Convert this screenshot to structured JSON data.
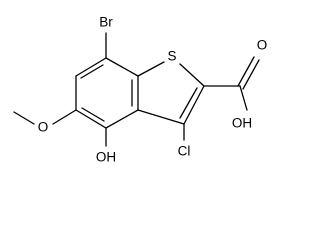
{
  "molecule": {
    "atoms": {
      "br": "Br",
      "s": "S",
      "o_methoxy": "O",
      "cl": "Cl",
      "oh_ring": "OH",
      "o_carbonyl": "O",
      "oh_acid": "OH"
    }
  }
}
